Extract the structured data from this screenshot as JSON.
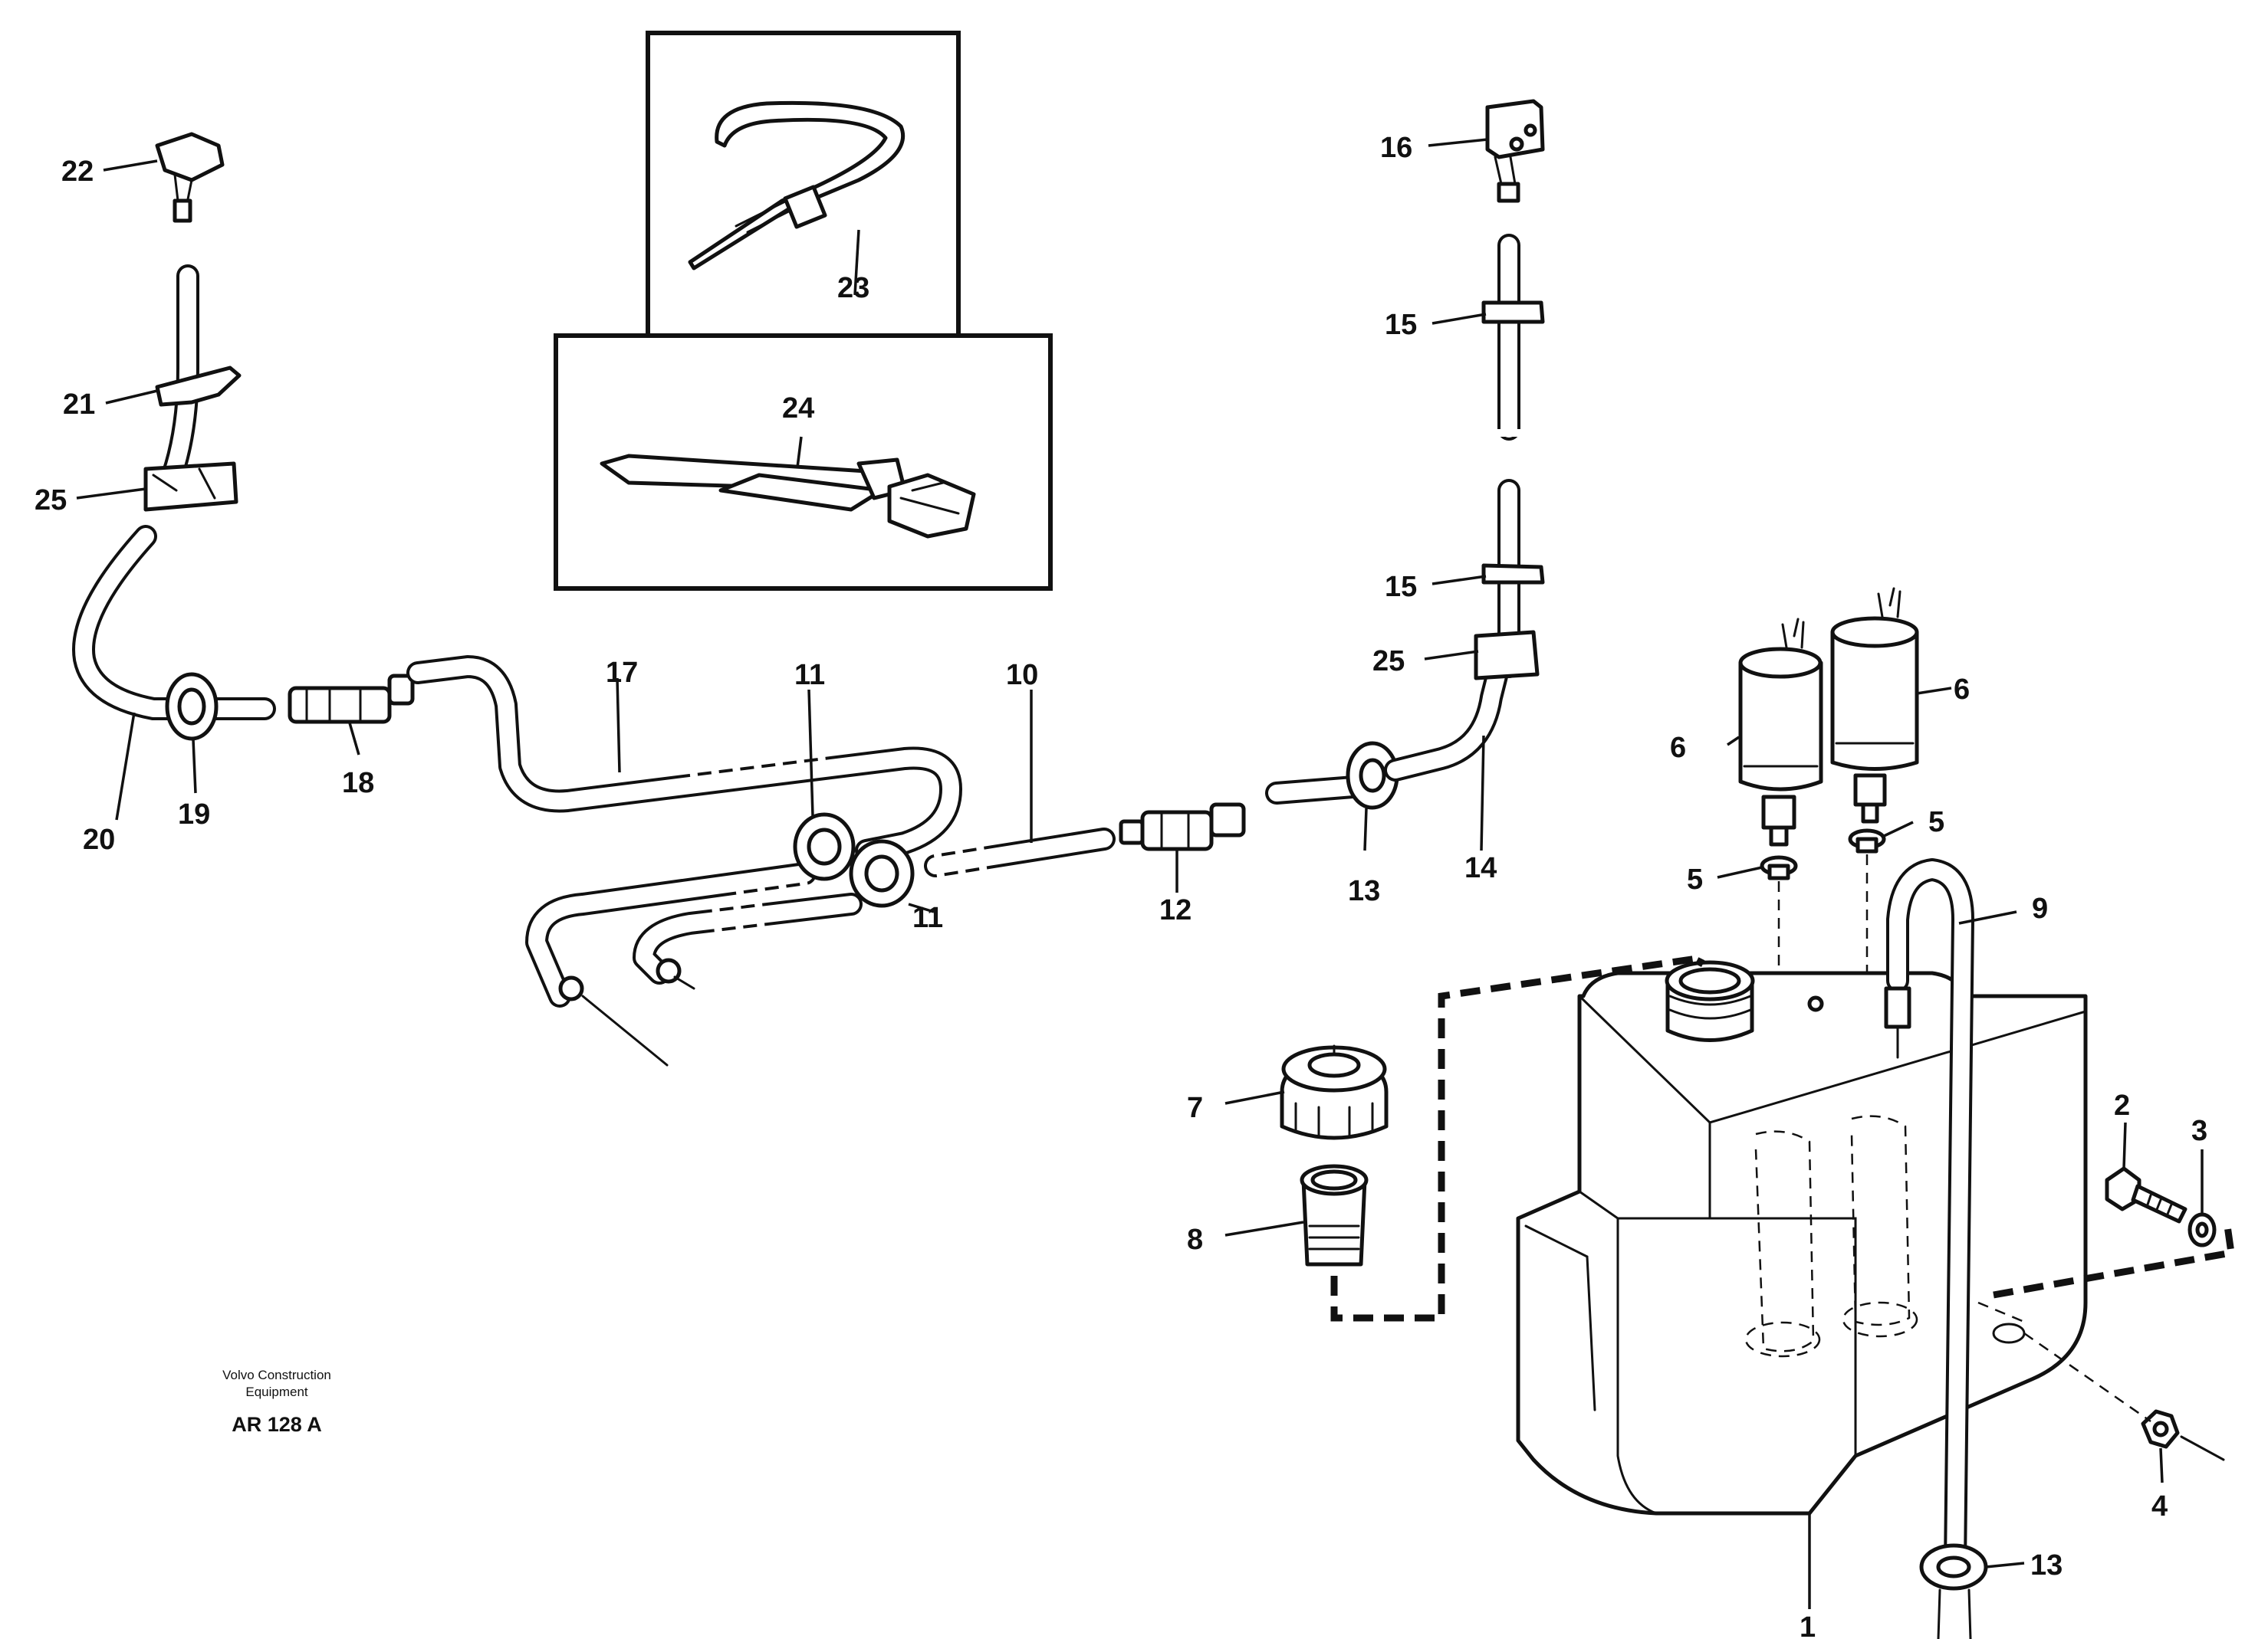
{
  "callouts": {
    "n1": "1",
    "n2": "2",
    "n3": "3",
    "n4": "4",
    "n5a": "5",
    "n5b": "5",
    "n6a": "6",
    "n6b": "6",
    "n7": "7",
    "n8": "8",
    "n9": "9",
    "n10": "10",
    "n11a": "11",
    "n11b": "11",
    "n12": "12",
    "n13a": "13",
    "n13b": "13",
    "n14": "14",
    "n15a": "15",
    "n15b": "15",
    "n16": "16",
    "n17": "17",
    "n18": "18",
    "n19": "19",
    "n20": "20",
    "n21": "21",
    "n22": "22",
    "n23": "23",
    "n24": "24",
    "n25a": "25",
    "n25b": "25"
  },
  "stamp": {
    "company_line1": "Volvo Construction",
    "company_line2": "Equipment",
    "drawing_code": "AR 128 A"
  }
}
